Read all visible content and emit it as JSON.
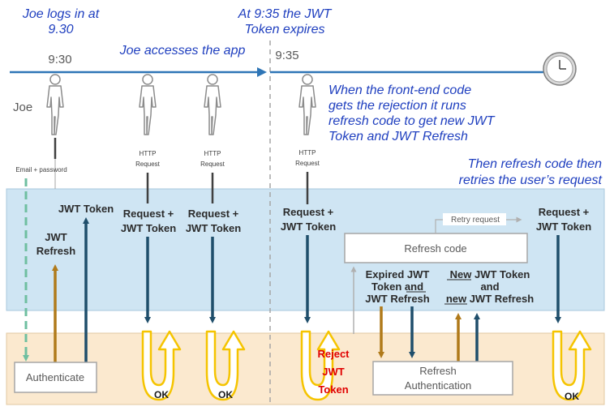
{
  "annotations": {
    "login_line1": "Joe logs in at",
    "login_line2": "9.30",
    "expire_line1": "At 9:35 the JWT",
    "expire_line2": "Token expires",
    "access": "Joe accesses the app",
    "frontend_line1": "When the front-end code",
    "frontend_line2": "gets the rejection it runs",
    "frontend_line3": "refresh code to get new JWT",
    "frontend_line4": "Token and JWT Refresh",
    "retry_line1": "Then refresh code then",
    "retry_line2": "retries the user’s request"
  },
  "timeline": {
    "time_start": "9:30",
    "time_expire": "9:35"
  },
  "actors": {
    "joe": "Joe",
    "email_password": "Email + password",
    "http1": "HTTP",
    "http2": "Request"
  },
  "flows": {
    "jwt_token": "JWT Token",
    "jwt_refresh_1": "JWT",
    "jwt_refresh_2": "Refresh",
    "request_plus": "Request +",
    "jwt_token_2": "JWT Token",
    "retry_request": "Retry request",
    "expired_1": "Expired JWT",
    "expired_2": "Token and",
    "expired_3": "JWT Refresh",
    "new_1": "New JWT Token",
    "new_2": "and",
    "new_3": "new JWT Refresh"
  },
  "boxes": {
    "refresh_code": "Refresh code",
    "authenticate": "Authenticate",
    "refresh_auth_1": "Refresh",
    "refresh_auth_2": "Authentication"
  },
  "results": {
    "ok": "OK",
    "reject_1": "Reject",
    "reject_2": "JWT",
    "reject_3": "Token"
  },
  "colors": {
    "frontend_band": "#cfe5f3",
    "backend_band": "#fbe9cf",
    "timeline": "#2e75b6",
    "navy_arrow": "#1f4e6b",
    "gold_arrow": "#b07a1a",
    "green_dashed": "#6fbfa0",
    "ok_outline": "#f5c400"
  }
}
